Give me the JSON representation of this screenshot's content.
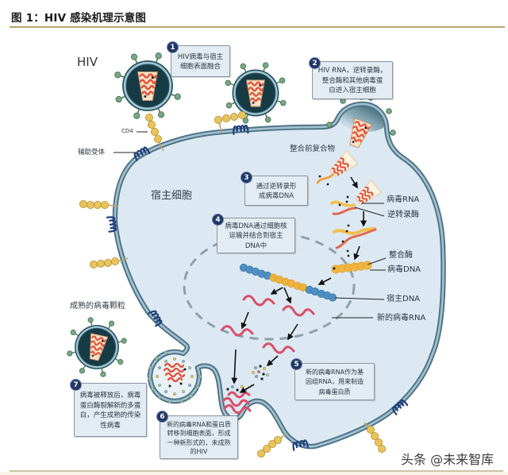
{
  "figure": {
    "title": "图 1：HIV 感染机理示意图",
    "colors": {
      "title_rule": "#b9a66f",
      "step_badge": "#1f3766",
      "step_box_fill": "#e3ecf2",
      "cell_fill": "#dce9f3",
      "membrane": "#4e7385",
      "viral_rna": "#d94f6a",
      "cd4_beads": "#e8c45c",
      "coreceptor": "#22407c"
    }
  },
  "labels": {
    "hiv": "HIV",
    "cd4": "CD4",
    "coreceptor": "辅助受体",
    "host_cell": "宿主细胞",
    "preintegration_complex": "整合前复合物",
    "mature_virion": "成熟的病毒颗粒"
  },
  "right_labels": [
    {
      "text": "病毒RNA"
    },
    {
      "text": "逆转录酶"
    },
    {
      "text": "整合酶"
    },
    {
      "text": "病毒DNA"
    },
    {
      "text": "宿主DNA"
    },
    {
      "text": "新的病毒RNA"
    }
  ],
  "steps": [
    {
      "number": "1",
      "lines": [
        "HIV病毒与宿主",
        "细胞表面融合"
      ]
    },
    {
      "number": "2",
      "lines": [
        "HIV RNA，逆转录酶，",
        "整合酶和其他病毒蛋",
        "白进入宿主细胞"
      ]
    },
    {
      "number": "3",
      "lines": [
        "通过逆转录形",
        "成病毒DNA"
      ]
    },
    {
      "number": "4",
      "lines": [
        "病毒DNA通过细胞核",
        "运输并结合到宿主",
        "DNA中"
      ]
    },
    {
      "number": "5",
      "lines": [
        "新的病毒RNA作为基",
        "因组RNA，用来制造",
        "病毒蛋白质"
      ]
    },
    {
      "number": "6",
      "lines": [
        "新的病毒RNA和蛋白质",
        "转移到细胞表面，形成",
        "一种新形式的，未成熟",
        "的HIV"
      ]
    },
    {
      "number": "7",
      "lines": [
        "病毒被释放后，病毒",
        "蛋白酶裂解新的多蛋",
        "白，产生成熟的传染",
        "性病毒"
      ]
    }
  ],
  "watermark": "头条 @未来智库"
}
